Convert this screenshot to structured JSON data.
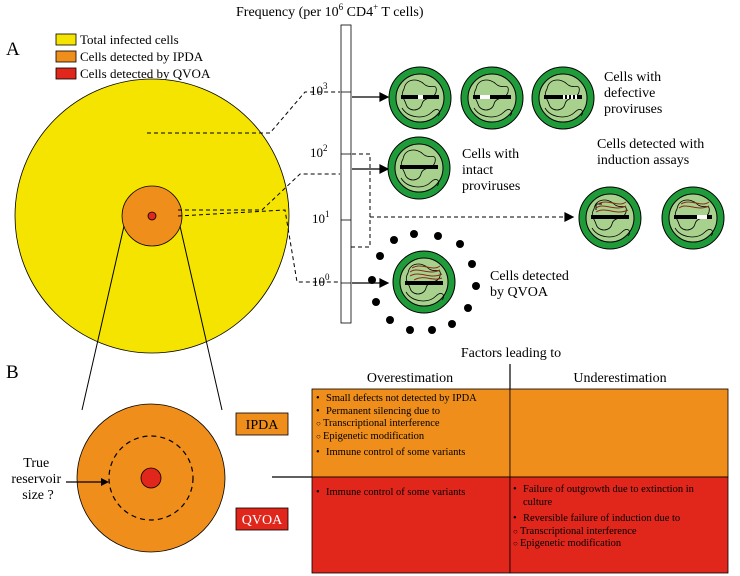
{
  "panel_a": {
    "label": "A",
    "axis_title_prefix": "Frequency (per 10",
    "axis_title_sup": "6",
    "axis_title_mid": " CD4",
    "axis_title_sup2": "+",
    "axis_title_suffix": " T cells)",
    "ticks": [
      {
        "base": "10",
        "exp": "3"
      },
      {
        "base": "10",
        "exp": "2"
      },
      {
        "base": "10",
        "exp": "1"
      },
      {
        "base": "10",
        "exp": "0"
      }
    ],
    "legend": [
      {
        "label": "Total infected cells",
        "color": "#f5e400"
      },
      {
        "label": "Cells detected by IPDA",
        "color": "#ef8e1b"
      },
      {
        "label": "Cells detected by QVOA",
        "color": "#e1261c"
      }
    ],
    "cell_labels": {
      "defective": [
        "Cells with",
        "defective",
        "proviruses"
      ],
      "intact": [
        "Cells with",
        "intact",
        "proviruses"
      ],
      "induction": [
        "Cells detected with",
        "induction assays"
      ],
      "qvoa": [
        "Cells detected",
        "by QVOA"
      ]
    }
  },
  "panel_b": {
    "label": "B",
    "factors_title": "Factors leading to",
    "col_over": "Overestimation",
    "col_under": "Underestimation",
    "ipda_label": "IPDA",
    "qvoa_label": "QVOA",
    "true_size": [
      "True",
      "reservoir",
      "size ?"
    ],
    "ipda_over": [
      {
        "type": "bul",
        "text": "Small defects not detected by IPDA"
      },
      {
        "type": "bul",
        "text": "Permanent silencing due to"
      },
      {
        "type": "sub",
        "text": "Transcriptional interference"
      },
      {
        "type": "sub",
        "text": "Epigenetic modification"
      },
      {
        "type": "bul",
        "text": "Immune control of some variants"
      }
    ],
    "qvoa_over": [
      {
        "type": "bul",
        "text": "Immune control of some variants"
      }
    ],
    "qvoa_under": [
      {
        "type": "bul",
        "text": "Failure of outgrowth due to extinction in culture"
      },
      {
        "type": "bul",
        "text": "Reversible failure of induction due to"
      },
      {
        "type": "sub",
        "text": "Transcriptional interference"
      },
      {
        "type": "sub",
        "text": "Epigenetic modification"
      }
    ]
  },
  "colors": {
    "yellow": "#f5e400",
    "orange": "#ef8e1b",
    "red": "#e1261c",
    "cell_green": "#1f9b3a",
    "cell_light": "#a9d18e",
    "rna": "#8b2a1a"
  }
}
